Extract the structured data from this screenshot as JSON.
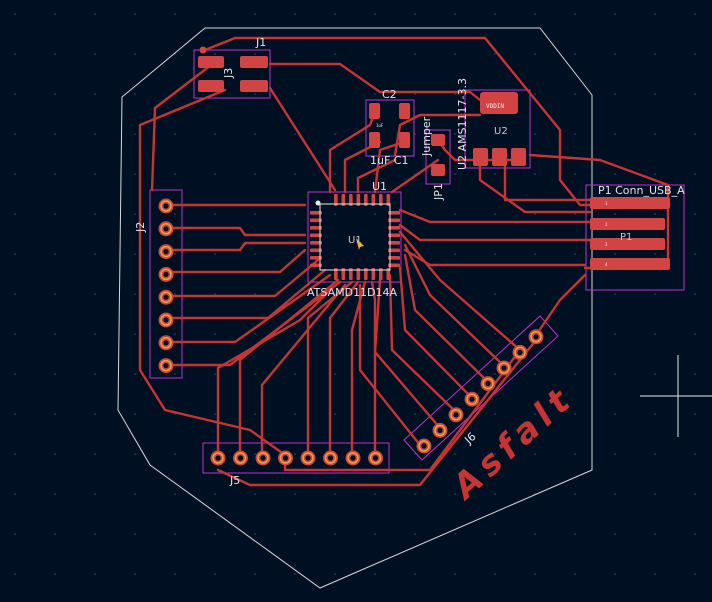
{
  "colors": {
    "background": "#001023",
    "grid": "#2c3f57",
    "copper": "#c83434",
    "pad": "#d24343",
    "courtyard": "#c030c8",
    "edge": "#d8d8d8",
    "silk": "#f2f2f2",
    "drill": "#e0a83a",
    "logo": "#c83434"
  },
  "components": {
    "J1": "J1",
    "J3": "J3",
    "J2": "J2",
    "J5": "J5",
    "J6": "J6",
    "U1": "U1",
    "U1_body": "U1",
    "U1_value": "ATSAMD11D14A",
    "U2_value": "U2 AMS1117-3.3",
    "U2_body": "U2",
    "C2": "C2",
    "C1_value": "1uF C1",
    "JP1": "JP1",
    "JP1_value": "Jumper",
    "P1_value": "P1 Conn_USB_A",
    "P1_body": "P1",
    "pad_vddin": "VDDIN",
    "pad_1uf": "1uF"
  },
  "logo_text": "Asfalt"
}
